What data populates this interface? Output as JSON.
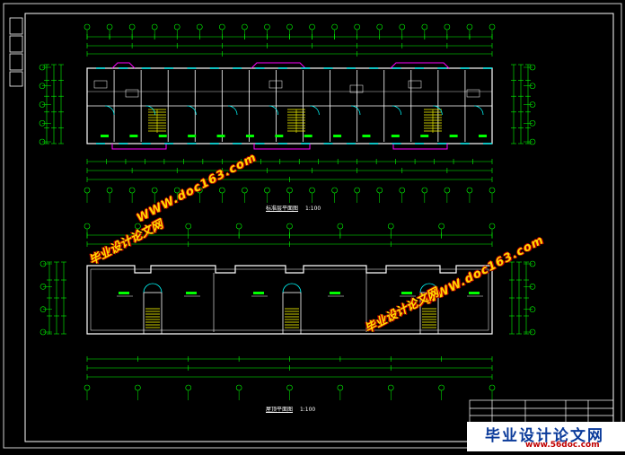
{
  "drawing": {
    "upper_plan_title": "标准层平面图",
    "upper_plan_scale": "1:100",
    "lower_plan_title": "屋顶平面图",
    "lower_plan_scale": "1:100"
  },
  "watermarks": {
    "cn_text": "毕业设计论文网",
    "url_text": "WWW.doc163.com"
  },
  "footer": {
    "cn_text": "毕业设计论文网",
    "url_text": "www.56doc.com"
  },
  "colors": {
    "background": "#000000",
    "border": "#ffffff",
    "dimension": "#00ff00",
    "wall": "#ffffff",
    "stair": "#ffff00",
    "balcony": "#ff00ff",
    "window": "#00ffff",
    "watermark": "#ffd800",
    "watermark_outline": "#c00000",
    "footer_cn": "#0a3a9a",
    "footer_url": "#c00000"
  }
}
